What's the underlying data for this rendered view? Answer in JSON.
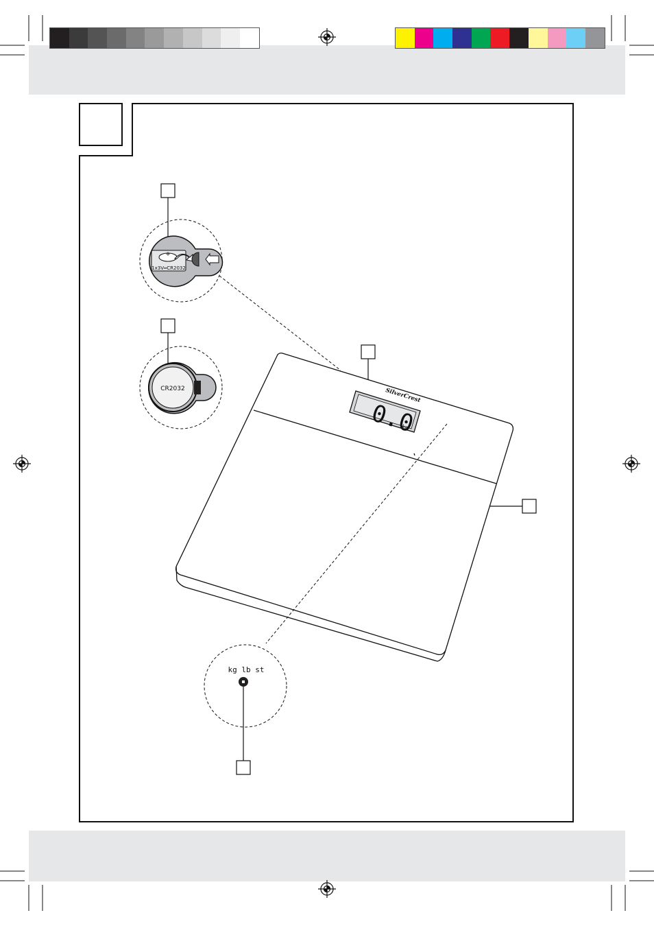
{
  "print_marks": {
    "grayscale_colors": [
      "#231f20",
      "#3b3b3c",
      "#545455",
      "#6b6b6c",
      "#838384",
      "#9a9a9b",
      "#b1b1b2",
      "#c7c7c8",
      "#dcdcdd",
      "#efefef",
      "#ffffff"
    ],
    "process_colors": [
      "#fff200",
      "#ec008c",
      "#00aeef",
      "#2e3192",
      "#00a651",
      "#ed1c24",
      "#231f20",
      "#fff799",
      "#f49ac1",
      "#6dcff6",
      "#939598"
    ]
  },
  "figure": {
    "battery_label": "1x3V═CR2032",
    "battery_plus": "+",
    "cell_label": "CR2032",
    "brand": "SilverCrest",
    "display_reading": "0.0",
    "display_unit": "kg",
    "unit_options": "kg  lb  st"
  },
  "icons": {
    "registration": "registration-target-icon",
    "insert_arrow": "arrow-left-icon",
    "rotate_arrow": "curved-arrow-icon"
  }
}
